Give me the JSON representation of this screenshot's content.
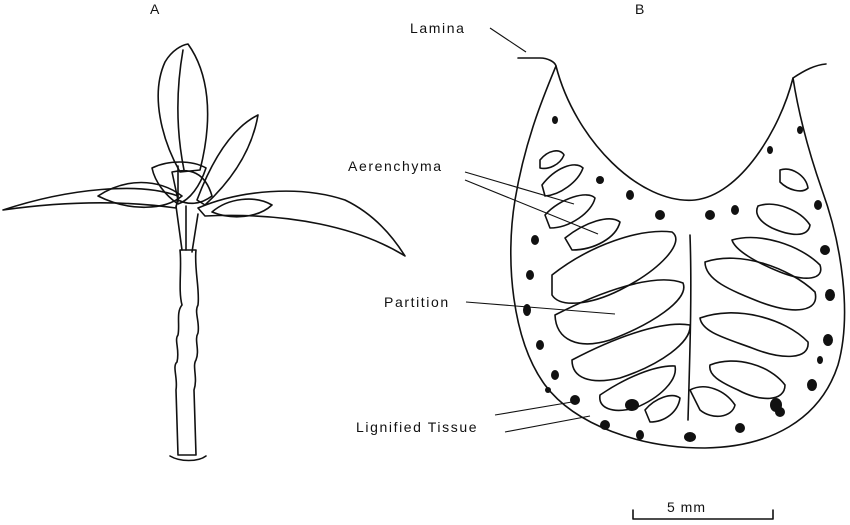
{
  "panels": {
    "a": "A",
    "b": "B"
  },
  "labels": {
    "lamina": "Lamina",
    "aerenchyma": "Aerenchyma",
    "partition": "Partition",
    "lignified_tissue": "Lignified Tissue"
  },
  "scale_bar": {
    "label": "5 mm"
  }
}
